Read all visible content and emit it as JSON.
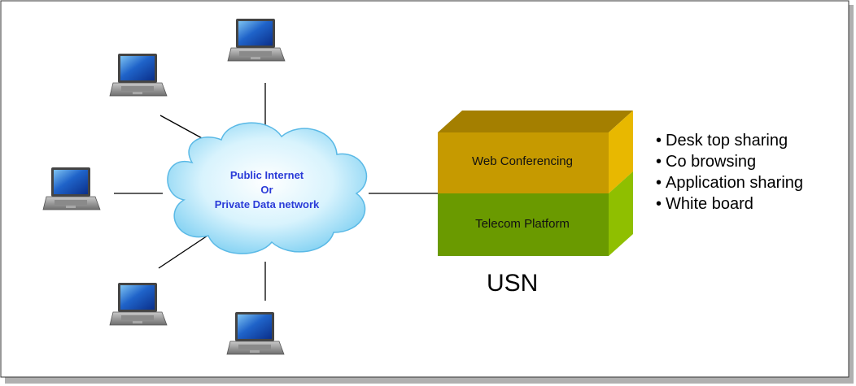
{
  "cloud": {
    "line1": "Public Internet",
    "line2": "Or",
    "line3": "Private Data network"
  },
  "usn": {
    "layer_top": "Web Conferencing",
    "layer_bottom": "Telecom Platform",
    "name": "USN"
  },
  "features": [
    "Desk top sharing",
    "Co browsing",
    "Application sharing",
    "White board"
  ],
  "colors": {
    "web_conferencing": "#c69a00",
    "telecom_platform": "#6a9a00",
    "cloud_text": "#2a3bd8",
    "cloud_fill": "#bfe9fb"
  },
  "icons": [
    "laptop-icon",
    "cloud-icon"
  ]
}
